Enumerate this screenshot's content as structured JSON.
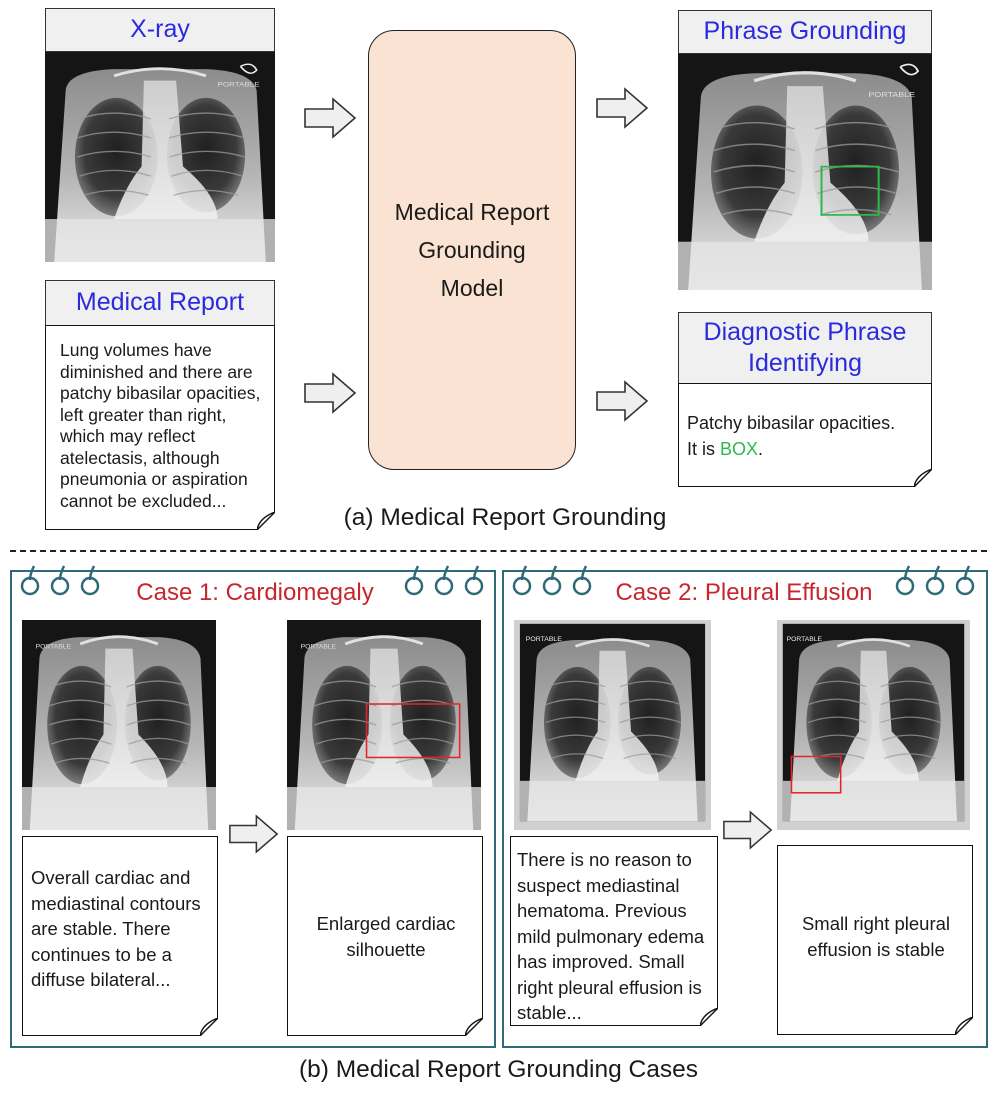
{
  "top": {
    "xray_title": "X-ray",
    "report_title": "Medical Report",
    "report_text": "Lung volumes have diminished and there are patchy bibasilar opacities, left greater than right, which may reflect atelectasis, although pneumonia or aspiration cannot be excluded...",
    "model_label": "Medical Report Grounding Model",
    "phrase_grounding_title": "Phrase Grounding",
    "diag_title": "Diagnostic Phrase Identifying",
    "diag_text_1": "Patchy bibasilar opacities.",
    "diag_text_2_prefix": "It is ",
    "diag_text_2_box": "BOX",
    "diag_text_2_suffix": ".",
    "caption": "(a) Medical Report Grounding",
    "xray_tag": "PORTABLE"
  },
  "cases": {
    "case1": {
      "title": "Case 1: Cardiomegaly",
      "report_text": "Overall cardiac and mediastinal contours are stable. There continues to be a diffuse bilateral...",
      "output_text": "Enlarged cardiac silhouette",
      "xray_tag": "PORTABLE"
    },
    "case2": {
      "title": "Case 2: Pleural Effusion",
      "report_text": "There is no reason to suspect mediastinal hematoma. Previous mild pulmonary edema has improved. Small right pleural effusion is stable...",
      "output_text": "Small right pleural effusion is stable",
      "xray_tag": "PORTABLE"
    },
    "caption": "(b) Medical Report Grounding Cases"
  },
  "colors": {
    "title_blue": "#2a2adf",
    "case_red": "#c6262e",
    "panel_teal": "#2f6a78",
    "model_fill": "#fae3d2",
    "box_green": "#2fb84a",
    "box_red": "#e0262a"
  },
  "icons": [
    "right-arrow-icon",
    "spiral-binding-icon",
    "folded-corner-icon"
  ]
}
